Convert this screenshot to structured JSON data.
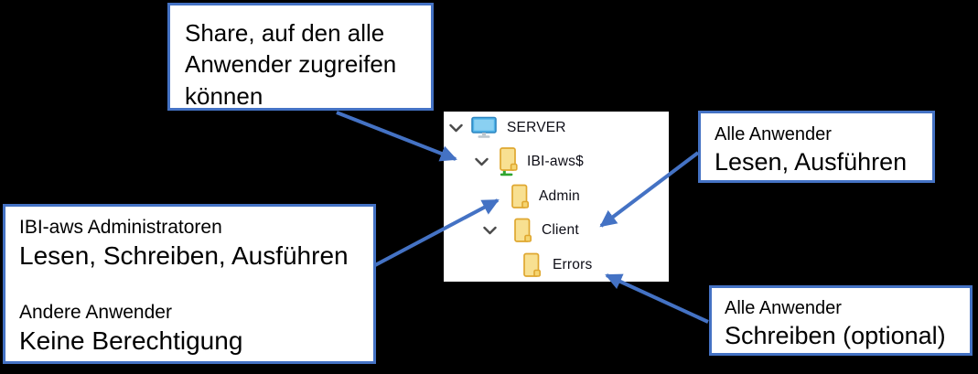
{
  "background_color": "#000000",
  "accent_color": "#4472C4",
  "tree": {
    "panel_bg": "#FFFFFF",
    "items": [
      {
        "label": "SERVER",
        "icon": "computer-icon",
        "expanded": true,
        "level": 0
      },
      {
        "label": "IBI-aws$",
        "icon": "shared-folder-icon",
        "expanded": true,
        "level": 1
      },
      {
        "label": "Admin",
        "icon": "folder-icon",
        "expanded": false,
        "level": 2
      },
      {
        "label": "Client",
        "icon": "folder-icon",
        "expanded": true,
        "level": 2
      },
      {
        "label": "Errors",
        "icon": "folder-icon",
        "expanded": false,
        "level": 3
      }
    ]
  },
  "callouts": {
    "share": {
      "text": "Share, auf den alle Anwender zugreifen können",
      "points_to": "IBI-aws$"
    },
    "admin": {
      "groups": [
        {
          "title": "IBI-aws Administratoren",
          "value": "Lesen, Schreiben, Ausführen"
        },
        {
          "title": "Andere Anwender",
          "value": "Keine Berechtigung"
        }
      ],
      "points_to": "Admin"
    },
    "client": {
      "title": "Alle Anwender",
      "value": "Lesen, Ausführen",
      "points_to": "Client"
    },
    "errors": {
      "title": "Alle Anwender",
      "value": "Schreiben (optional)",
      "points_to": "Errors"
    }
  },
  "icon_colors": {
    "folder_fill": "#F8E091",
    "folder_border": "#DFA72F",
    "share_green": "#2FA52F",
    "monitor_blue": "#4FB3E8",
    "chevron_gray": "#4A4A4A"
  }
}
